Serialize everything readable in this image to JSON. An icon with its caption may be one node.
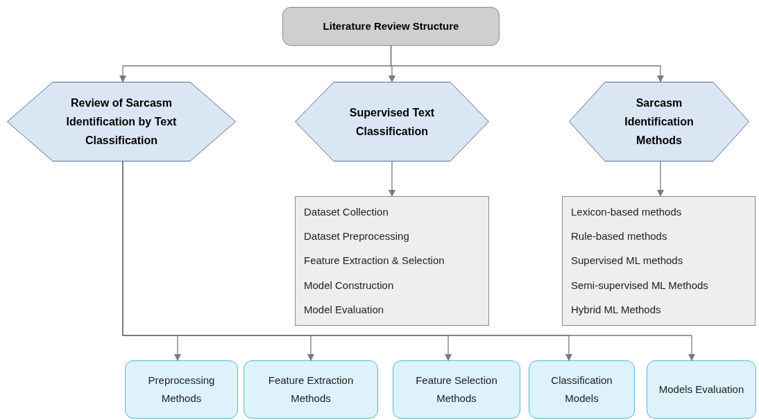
{
  "diagram": {
    "nodes": [
      {
        "text": [
          "Literature Review Structure"
        ]
      },
      {
        "text": [
          "Review of Sarcasm Identification by Text Classification"
        ]
      },
      {
        "text": [
          "Supervised Text Classification"
        ]
      },
      {
        "text": [
          "Sarcasm Identification Methods"
        ]
      },
      {
        "text": [
          "Dataset Collection",
          "Dataset Preprocessing",
          "Feature Extraction & Selection",
          "Model Construction",
          "Model Evaluation"
        ]
      },
      {
        "text": [
          "Lexicon-based methods",
          "Rule-based methods",
          "Supervised ML methods",
          "Semi-supervised ML Methods",
          "Hybrid ML Methods"
        ]
      },
      {
        "text": [
          "Preprocessing Methods"
        ]
      },
      {
        "text": [
          "Feature Extraction Methods"
        ]
      },
      {
        "text": [
          "Feature Selection Methods"
        ]
      },
      {
        "text": [
          "Classification Models"
        ]
      },
      {
        "text": [
          "Models Evaluation"
        ]
      }
    ],
    "edges": [
      {
        "from": 0,
        "to": 1,
        "arrow": "to"
      },
      {
        "from": 0,
        "to": 2,
        "arrow": "to"
      },
      {
        "from": 0,
        "to": 3,
        "arrow": "to"
      },
      {
        "from": 2,
        "to": 4,
        "arrow": "to"
      },
      {
        "from": 3,
        "to": 5,
        "arrow": "to"
      },
      {
        "from": 1,
        "to": 6,
        "arrow": "to"
      },
      {
        "from": 1,
        "to": 7,
        "arrow": "to"
      },
      {
        "from": 1,
        "to": 8,
        "arrow": "to"
      },
      {
        "from": 1,
        "to": 9,
        "arrow": "to"
      },
      {
        "from": 1,
        "to": 10,
        "arrow": "to"
      }
    ]
  }
}
